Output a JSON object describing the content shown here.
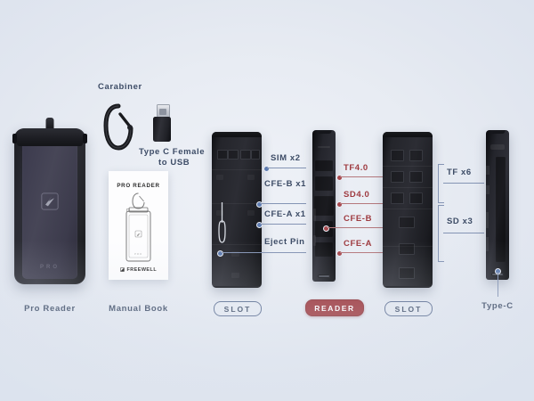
{
  "scene": {
    "background_color": "#e9edf4",
    "label_color": "#3d4c66",
    "accent_red": "#9c3338"
  },
  "accessories": {
    "pro_reader": {
      "caption": "Pro Reader",
      "brand_text": "PRO"
    },
    "carabiner": {
      "label": "Carabiner"
    },
    "usb_adapter": {
      "label_line1": "Type C Female",
      "label_line2": "to USB"
    },
    "manual": {
      "caption": "Manual Book",
      "cover_title": "PRO READER",
      "cover_brand": "FREEWELL"
    }
  },
  "exploded": {
    "slot_left": {
      "badge": "SLOT",
      "callouts": [
        {
          "text": "SIM x2",
          "color": "blue"
        },
        {
          "text": "CFE-B x1",
          "color": "blue"
        },
        {
          "text": "CFE-A x1",
          "color": "blue"
        },
        {
          "text": "Eject Pin",
          "color": "blue"
        }
      ]
    },
    "reader": {
      "badge": "READER",
      "callouts": [
        {
          "text": "TF4.0",
          "color": "red"
        },
        {
          "text": "SD4.0",
          "color": "red"
        },
        {
          "text": "CFE-B",
          "color": "red"
        },
        {
          "text": "CFE-A",
          "color": "red"
        }
      ]
    },
    "slot_right": {
      "badge": "SLOT",
      "callouts": [
        {
          "text": "TF x6",
          "color": "blue"
        },
        {
          "text": "SD x3",
          "color": "blue"
        }
      ]
    },
    "type_c": {
      "caption": "Type-C"
    }
  }
}
